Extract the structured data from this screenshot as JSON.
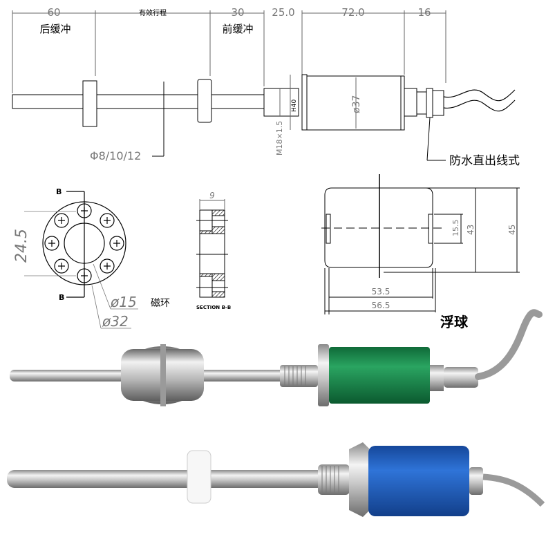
{
  "top_drawing": {
    "dims": {
      "rear_buffer_len": "60",
      "effective_stroke": "有效行程",
      "front_buffer_len": "30",
      "thread_len": "25.0",
      "body_len": "72.0",
      "connector_len": "16"
    },
    "labels": {
      "rear_buffer": "后缓冲",
      "front_buffer": "前缓冲",
      "rod_diameter": "Φ8/10/12",
      "thread": "M18×1.5",
      "hex": "H40",
      "body_diameter": "ø37",
      "outlet": "防水直出线式"
    }
  },
  "magnet_ring": {
    "label": "磁环",
    "hole_spacing": "24.5",
    "inner_diameter": "ø15",
    "outer_diameter": "ø32",
    "section_mark": "B",
    "section_title": "SECTION B-B",
    "thickness": "9"
  },
  "float": {
    "label": "浮球",
    "width_inner": "53.5",
    "width_outer": "56.5",
    "hole_diameter": "15.5",
    "height_inner": "43",
    "height_outer": "45"
  },
  "photos": {
    "green_sensor_color": "#1e8f4e",
    "blue_sensor_color": "#1f5fc4"
  }
}
